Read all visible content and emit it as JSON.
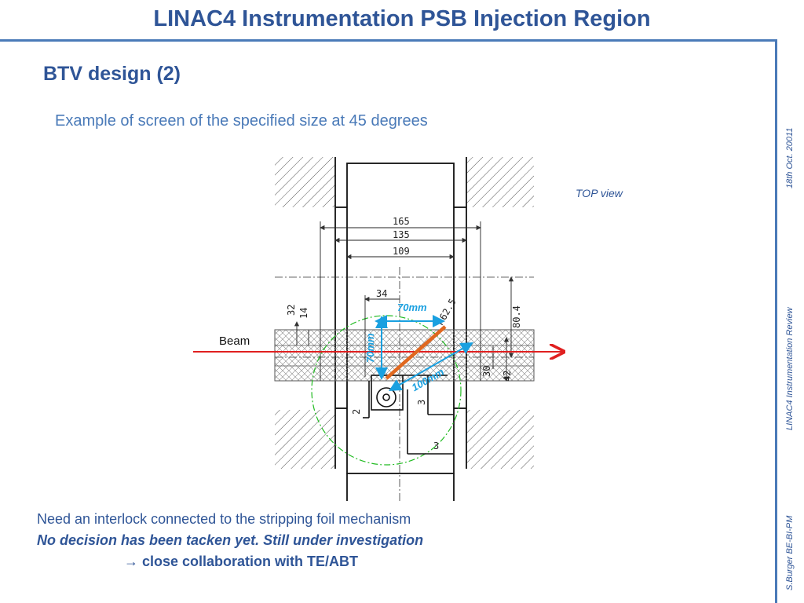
{
  "header": {
    "title": "LINAC4 Instrumentation PSB Injection Region"
  },
  "slide": {
    "subtitle": "BTV design (2)",
    "caption": "Example of screen of the specified size at 45 degrees",
    "view_label": "TOP view"
  },
  "sidebar": {
    "date": "18th Oct. 20011",
    "event": "LINAC4 Instrumentation Review",
    "author": "S.Burger BE-BI-PM"
  },
  "diagram": {
    "beam_label": "Beam",
    "dims": {
      "d165": "165",
      "d135": "135",
      "d109": "109",
      "d34": "34",
      "r625": "R62.5",
      "d32": "32",
      "d14": "14",
      "d804": "80.4",
      "d30": "30",
      "d42": "42",
      "d2": "2",
      "d3a": "3",
      "d3b": "3"
    },
    "annotations": {
      "a70h": "70mm",
      "a70v": "70mm",
      "a100": "100mm"
    },
    "colors": {
      "beam": "#e02020",
      "screen": "#e06820",
      "annotation": "#1aa0e0",
      "circle": "#22bb22"
    }
  },
  "notes": {
    "line1": "Need an interlock connected to the stripping foil mechanism",
    "line2": "No decision has been tacken yet. Still under investigation",
    "line3": "→ close collaboration with TE/ABT"
  }
}
